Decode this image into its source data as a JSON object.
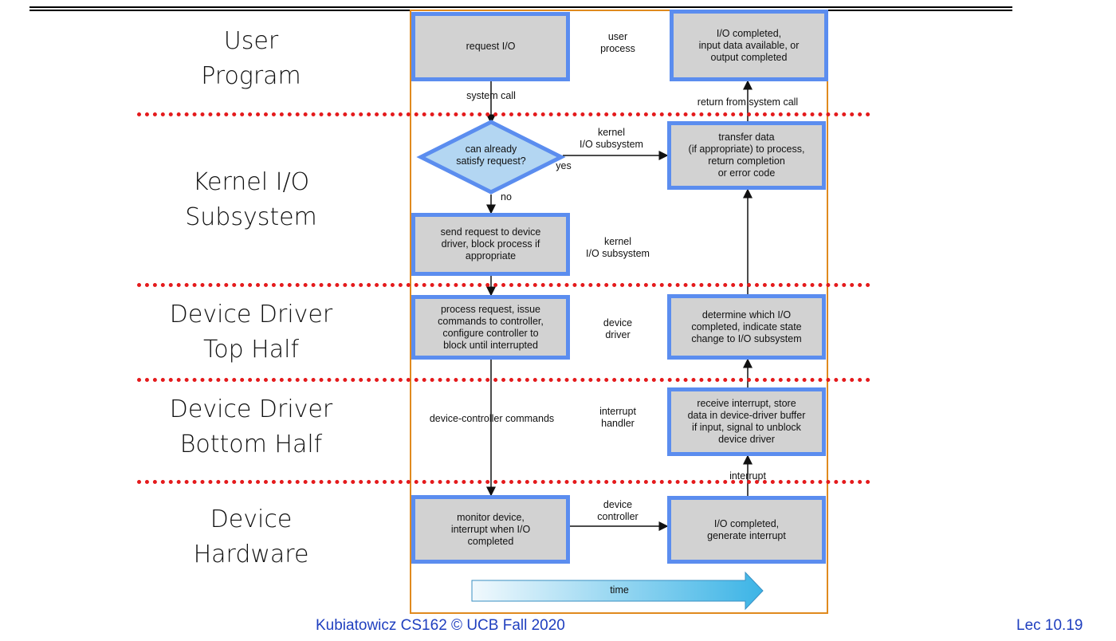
{
  "layers": [
    {
      "lines": [
        "User",
        "Program"
      ]
    },
    {
      "lines": [
        "Kernel I/O",
        "Subsystem"
      ]
    },
    {
      "lines": [
        "Device Driver",
        "Top Half"
      ]
    },
    {
      "lines": [
        "Device Driver",
        "Bottom Half"
      ]
    },
    {
      "lines": [
        "Device",
        "Hardware"
      ]
    }
  ],
  "diagram": {
    "boxes": {
      "request_io": "request I/O",
      "io_completed_user": "I/O completed,\ninput data available, or\noutput completed",
      "transfer_data": "transfer data\n(if appropriate) to process,\nreturn completion\nor error code",
      "send_request": "send request to device\ndriver, block process if\nappropriate",
      "process_request": "process request, issue\ncommands to controller,\nconfigure controller to\nblock until interrupted",
      "determine_io": "determine which I/O\ncompleted, indicate state\nchange to I/O subsystem",
      "receive_interrupt": "receive interrupt, store\ndata in device-driver buffer\nif input, signal to unblock\ndevice driver",
      "monitor_device": "monitor device,\ninterrupt when I/O\ncompleted",
      "io_completed_hw": "I/O completed,\ngenerate interrupt"
    },
    "decision": "can already\nsatisfy request?",
    "notes": {
      "user_process": "user\nprocess",
      "kernel_io_1": "kernel\nI/O subsystem",
      "kernel_io_2": "kernel\nI/O subsystem",
      "device_driver": "device\ndriver",
      "interrupt_handler": "interrupt\nhandler",
      "device_controller": "device\ncontroller"
    },
    "edge_labels": {
      "system_call": "system call",
      "return_from_system_call": "return from system call",
      "yes": "yes",
      "no": "no",
      "device_controller_commands": "device-controller commands",
      "interrupt": "interrupt"
    },
    "time": "time"
  },
  "footer": {
    "left": "Kubiatowicz CS162 © UCB Fall 2020",
    "right": "Lec 10.19"
  },
  "colors": {
    "box_fill": "#d2d2d2",
    "box_border": "#5b8def",
    "decision_fill": "#b3d6f2",
    "divider": "#e41a1c",
    "frame": "#e08a1e",
    "footer_text": "#1f3fbf"
  }
}
